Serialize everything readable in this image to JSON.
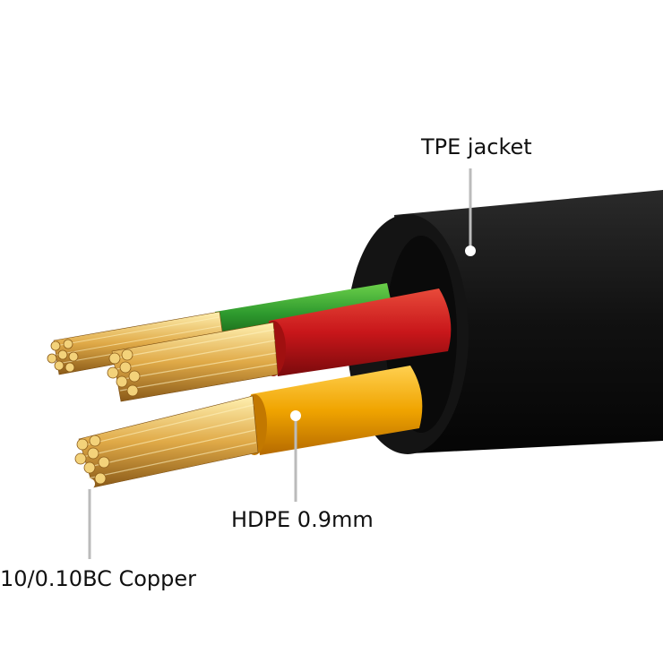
{
  "labels": {
    "jacket": "TPE jacket",
    "insulation": "HDPE 0.9mm",
    "conductor": "10/0.10BC Copper"
  },
  "colors": {
    "jacket": "#1c1c1c",
    "wire_green": "#2e9a2e",
    "wire_red": "#c8161a",
    "wire_yellow": "#f0a400",
    "copper": "#d9a443"
  }
}
